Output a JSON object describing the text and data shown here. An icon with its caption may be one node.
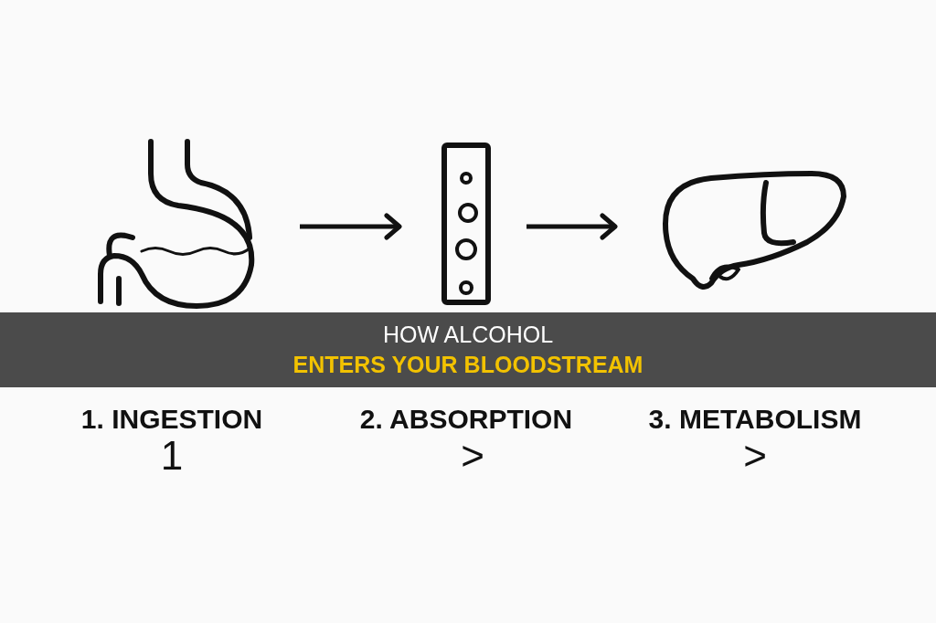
{
  "diagram": {
    "title": "HOW ALCOHOL",
    "nodes": [
      {
        "text": [],
        "shape": "picture"
      },
      {
        "text": [],
        "shape": "picture"
      },
      {
        "text": [],
        "shape": "picture"
      }
    ],
    "edges": [
      {
        "from": 0,
        "to": 1,
        "arrow": "to"
      },
      {
        "from": 1,
        "to": 2,
        "arrow": "to"
      }
    ],
    "labels": [
      "ENTERS YOUR BLOODSTREAM",
      "1. INGESTION",
      "2. ABSORPTION",
      "3. METABOLISM",
      "1",
      ">",
      ">"
    ]
  }
}
